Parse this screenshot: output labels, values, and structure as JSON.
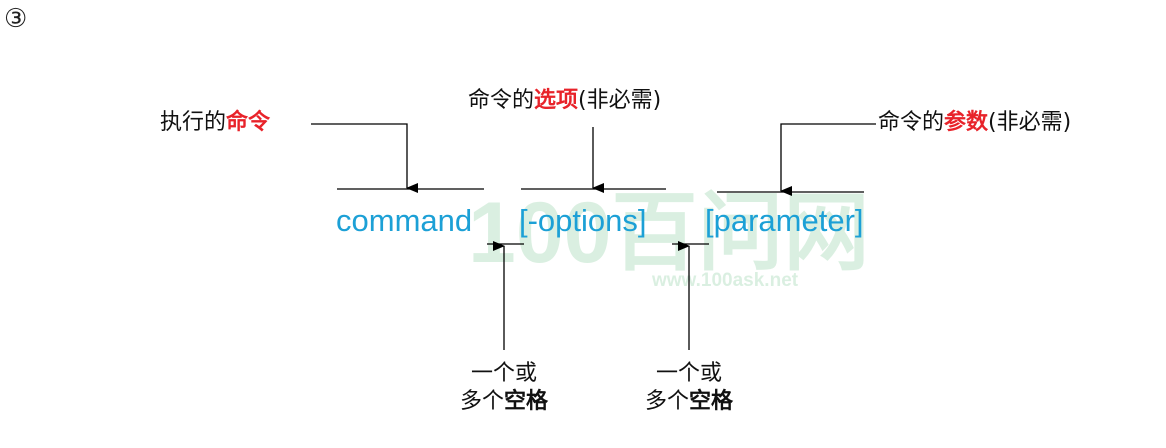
{
  "marker": "③",
  "watermark": {
    "big": "100百问网",
    "url": "www.100ask.net"
  },
  "syntax": {
    "command": "command",
    "options": "[-options]",
    "parameter": "[parameter]"
  },
  "labels": {
    "command": {
      "prefix": "执行的",
      "emphasis": "命令",
      "suffix": ""
    },
    "options": {
      "prefix": "命令的",
      "emphasis": "选项",
      "suffix": "(非必需)"
    },
    "parameter": {
      "prefix": "命令的",
      "emphasis": "参数",
      "suffix": "(非必需)"
    }
  },
  "spaces": [
    {
      "line1": "一个或",
      "line2_prefix": "多个",
      "line2_emphasis": "空格"
    },
    {
      "line1": "一个或",
      "line2_prefix": "多个",
      "line2_emphasis": "空格"
    }
  ]
}
